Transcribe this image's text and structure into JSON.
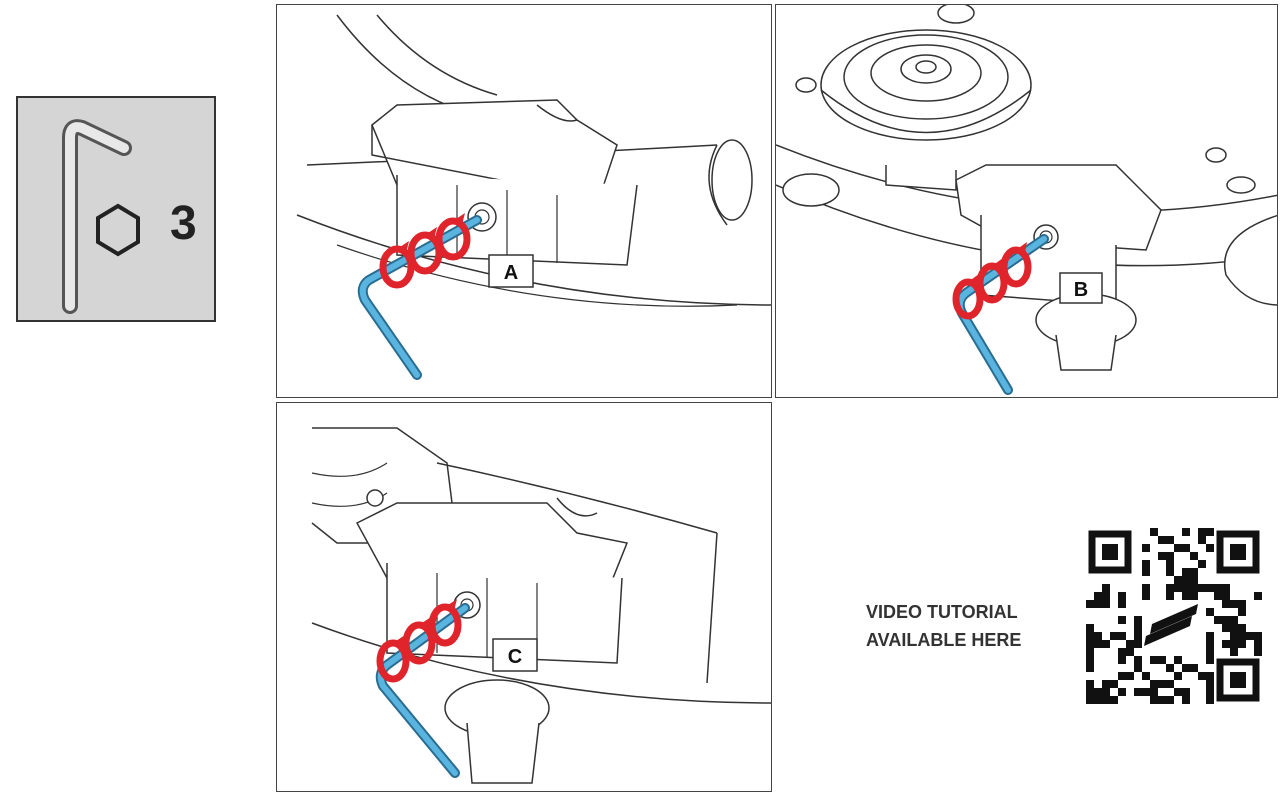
{
  "tool": {
    "icon": "hex-key-icon",
    "size": "3"
  },
  "panels": [
    {
      "label": "A"
    },
    {
      "label": "B"
    },
    {
      "label": "C"
    }
  ],
  "video": {
    "line1": "VIDEO TUTORIAL",
    "line2": "AVAILABLE HERE"
  },
  "colors": {
    "wrench": "#5ab4e0",
    "arrow": "#e0242b",
    "outline": "#333333",
    "tool_bg": "#d5d5d5"
  }
}
